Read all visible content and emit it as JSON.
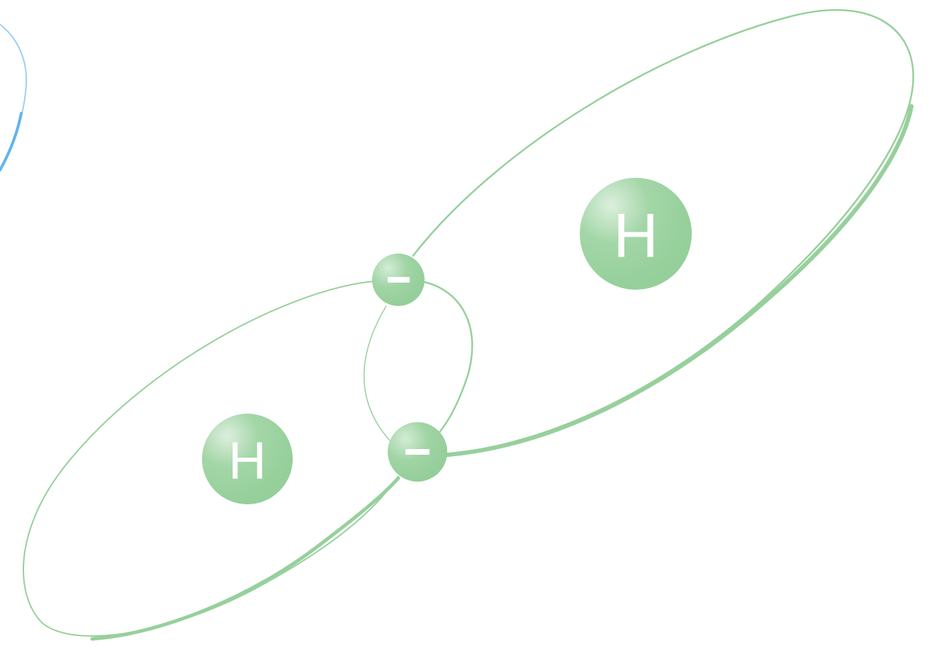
{
  "diagram": {
    "colors": {
      "green": "#97d09c",
      "green_light": "#d9efdb",
      "blue": "#62b4ec",
      "background": "#ffffff"
    },
    "atoms": [
      {
        "id": "atom-upper-right",
        "label": "H"
      },
      {
        "id": "atom-lower-left",
        "label": "H"
      }
    ],
    "shared_electrons": [
      {
        "id": "electron-upper",
        "sign": "–"
      },
      {
        "id": "electron-lower",
        "sign": "–"
      }
    ]
  }
}
